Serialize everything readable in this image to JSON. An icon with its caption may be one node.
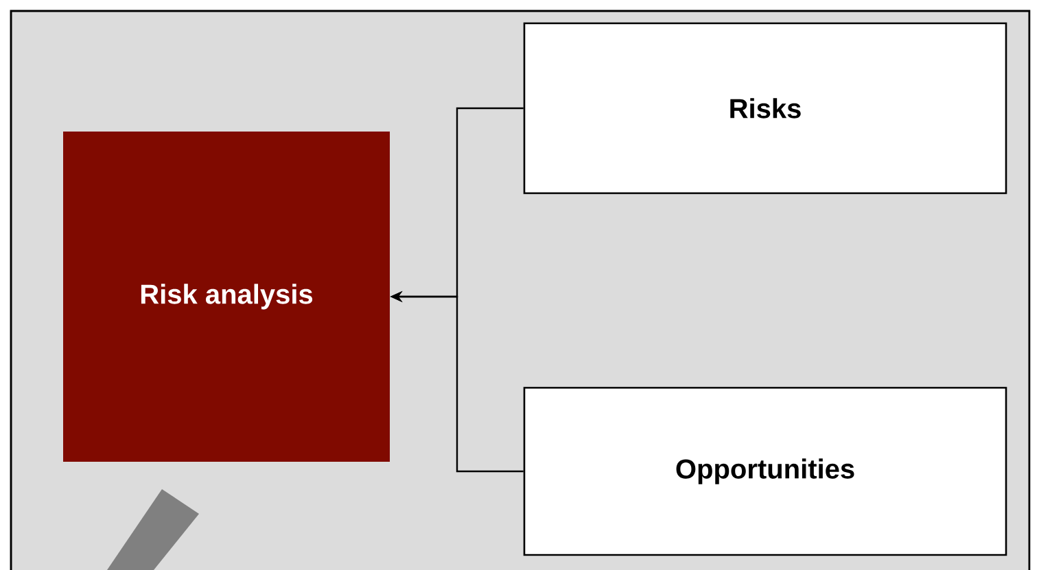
{
  "diagram": {
    "nodes": [
      {
        "text": [
          "Risk analysis"
        ]
      },
      {
        "text": [
          "Risks"
        ]
      },
      {
        "text": [
          "Opportunities"
        ]
      }
    ],
    "edges": [
      {
        "from": 1,
        "to": 0,
        "arrow": "to"
      },
      {
        "from": 2,
        "to": 0,
        "arrow": "to"
      }
    ]
  }
}
